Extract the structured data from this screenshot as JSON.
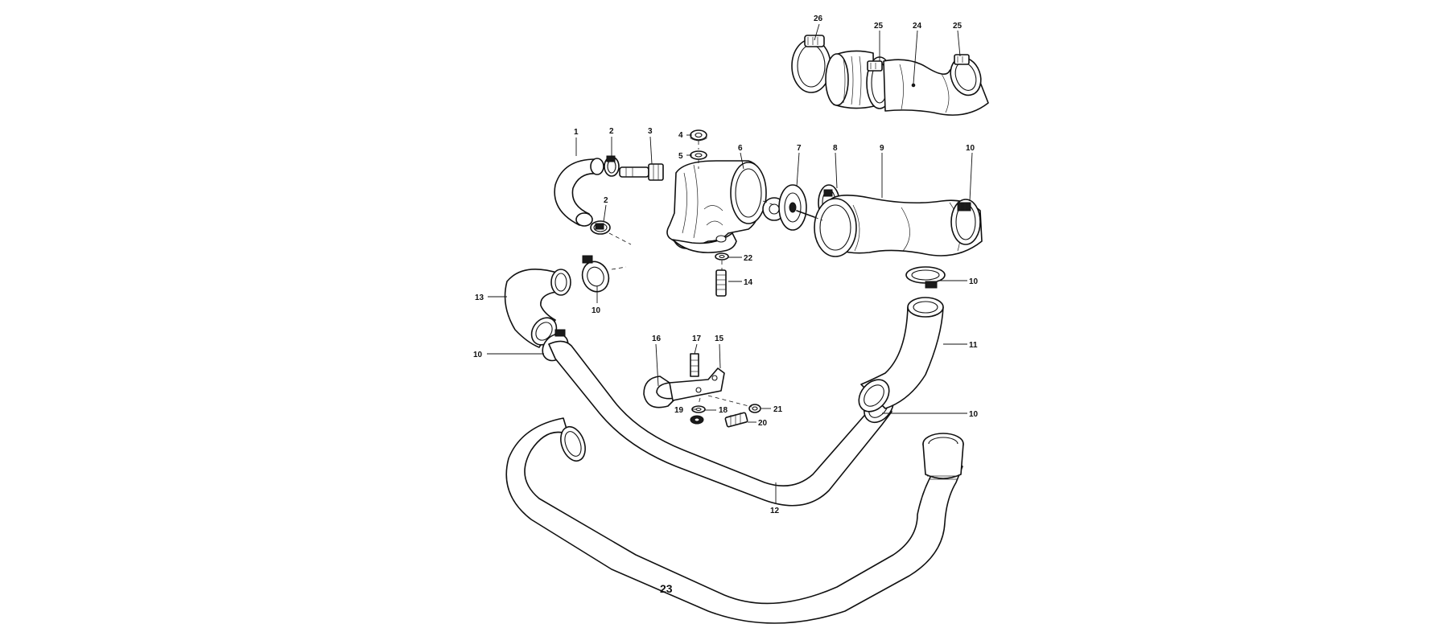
{
  "callouts": {
    "c1": "1",
    "c2a": "2",
    "c2b": "2",
    "c3": "3",
    "c4": "4",
    "c5": "5",
    "c6": "6",
    "c7": "7",
    "c8": "8",
    "c9": "9",
    "c10a": "10",
    "c10b": "10",
    "c10c": "10",
    "c10d": "10",
    "c10e": "10",
    "c11": "11",
    "c12": "12",
    "c13": "13",
    "c14": "14",
    "c15": "15",
    "c16": "16",
    "c17": "17",
    "c18": "18",
    "c19": "19",
    "c20": "20",
    "c21": "21",
    "c22": "22",
    "c23": "23",
    "c24": "24",
    "c25a": "25",
    "c25b": "25",
    "c26": "26"
  }
}
